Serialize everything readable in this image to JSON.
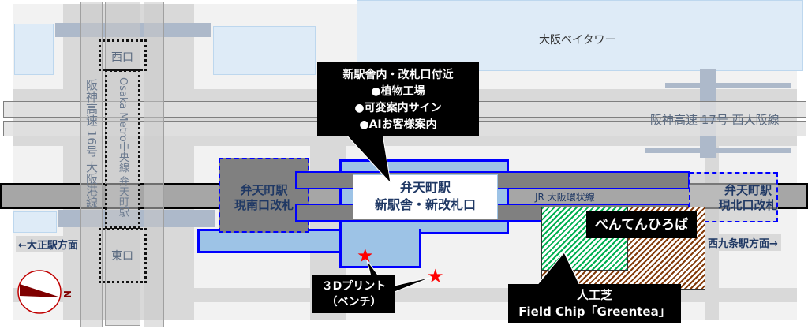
{
  "buildings": {
    "bay_tower": "大阪ベイタワー"
  },
  "roads": {
    "hanshin_17": "阪神高速 17号 西大阪線",
    "hanshin_16": "阪神高速 16号 大阪港線",
    "metro": "Osaka Metro中央線 弁天町駅",
    "jr_line": "JR 大阪環状線"
  },
  "exits": {
    "west": "西口",
    "east": "東口"
  },
  "gates": {
    "south": [
      "弁天町駅",
      "現南口改札"
    ],
    "new": [
      "弁天町駅",
      "新駅舎・新改札口"
    ],
    "north": [
      "弁天町駅",
      "現北口改札"
    ]
  },
  "directions": {
    "left": "←大正駅方面",
    "right": "西九条駅方面→"
  },
  "callouts": {
    "station": {
      "title": "新駅舎内・改札口付近",
      "items": [
        "●植物工場",
        "●可変案内サイン",
        "●AIお客様案内"
      ]
    },
    "print": [
      "３Dプリント",
      "（ベンチ）"
    ],
    "plaza": "べんてんひろば",
    "turf": [
      "人工芝",
      "Field Chip「Greentea」"
    ]
  },
  "compass": {
    "label": "N"
  },
  "colors": {
    "accent_blue": "#0000ff",
    "navy": "#1f3864",
    "green_hatch": "#00b050",
    "brown_hatch": "#843c0c",
    "star": "#ff0000"
  }
}
